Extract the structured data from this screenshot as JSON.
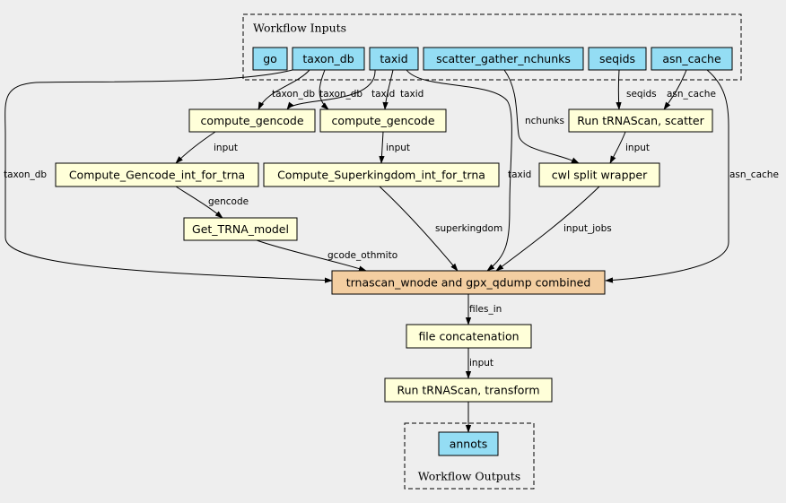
{
  "inputs_cluster": {
    "title": "Workflow Inputs"
  },
  "outputs_cluster": {
    "title": "Workflow Outputs"
  },
  "inputs": {
    "go": "go",
    "taxon_db": "taxon_db",
    "taxid": "taxid",
    "scatter_gather_nchunks": "scatter_gather_nchunks",
    "seqids": "seqids",
    "asn_cache": "asn_cache"
  },
  "steps": {
    "compute_gencode_1": "compute_gencode",
    "compute_gencode_2": "compute_gencode",
    "run_trnascan_scatter": "Run tRNAScan, scatter",
    "compute_gencode_int": "Compute_Gencode_int_for_trna",
    "compute_superkingdom_int": "Compute_Superkingdom_int_for_trna",
    "cwl_split_wrapper": "cwl split wrapper",
    "get_trna_model": "Get_TRNA_model",
    "trnascan_combined": "trnascan_wnode and gpx_qdump combined",
    "file_concatenation": "file concatenation",
    "run_trnascan_transform": "Run tRNAScan, transform"
  },
  "outputs": {
    "annots": "annots"
  },
  "edge_labels": {
    "taxon_db_to_cg1": "taxon_db",
    "taxon_db_to_cg2": "taxon_db",
    "taxid_to_cg1": "taxid",
    "taxid_to_cg2": "taxid",
    "seqids_to_scatter": "seqids",
    "asn_cache_to_scatter": "asn_cache",
    "nchunks_to_split": "nchunks",
    "cg1_to_gencode_int": "input",
    "cg2_to_superkingdom_int": "input",
    "scatter_to_split": "input",
    "gencode_int_to_model": "gencode",
    "taxon_db_to_combined": "taxon_db",
    "taxid_to_combined": "taxid",
    "asn_cache_to_combined": "asn_cache",
    "model_to_combined": "gcode_othmito",
    "superkingdom_to_combined": "superkingdom",
    "split_to_combined": "input_jobs",
    "combined_to_concat": "files_in",
    "concat_to_transform": "input"
  }
}
